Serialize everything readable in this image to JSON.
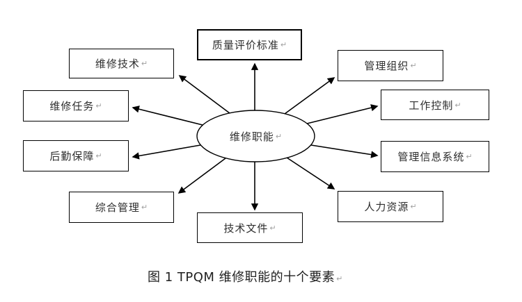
{
  "diagram": {
    "center_label": "维修职能",
    "paragraph_mark": "↵",
    "nodes": [
      {
        "label": "质量评价标准"
      },
      {
        "label": "维修技术"
      },
      {
        "label": "维修任务"
      },
      {
        "label": "后勤保障"
      },
      {
        "label": "综合管理"
      },
      {
        "label": "技术文件"
      },
      {
        "label": "管理组织"
      },
      {
        "label": "工作控制"
      },
      {
        "label": "管理信息系统"
      },
      {
        "label": "人力资源"
      }
    ],
    "caption": "图 1 TPQM 维修职能的十个要素",
    "colors": {
      "stroke": "#000000",
      "box_border": "#000000",
      "text": "#2e2e2e",
      "paragraph_mark": "#a0a0a0",
      "background": "#ffffff"
    }
  }
}
